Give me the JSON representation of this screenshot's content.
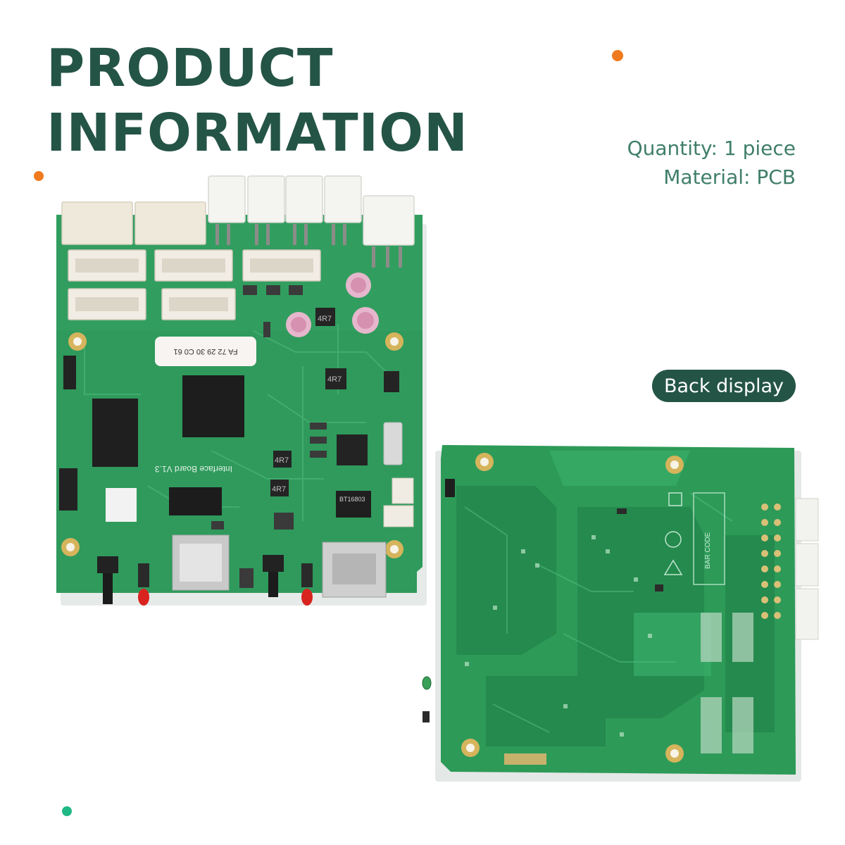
{
  "heading": {
    "line1": "PRODUCT",
    "line2": "INFORMATION"
  },
  "specs": {
    "quantity": "Quantity: 1 piece",
    "material": "Material: PCB"
  },
  "badge": {
    "label": "Back display"
  },
  "front_board": {
    "sticker_text": "FA 72 29 30 C0 61",
    "silkscreen": "Interface Board V1.3",
    "inductor_1": "4R7",
    "inductor_2": "4R7",
    "inductor_3": "4R7",
    "inductor_4": "4R7",
    "chip_label": "BT16803"
  },
  "back_board": {
    "bar_code_label": "BAR CODE"
  },
  "colors": {
    "heading": "#245446",
    "spec_text": "#3f7e6a",
    "accent_orange": "#f07a1e",
    "accent_teal": "#1fb985",
    "pcb_green": "#2f9a5c",
    "pcb_dark": "#237a47"
  }
}
